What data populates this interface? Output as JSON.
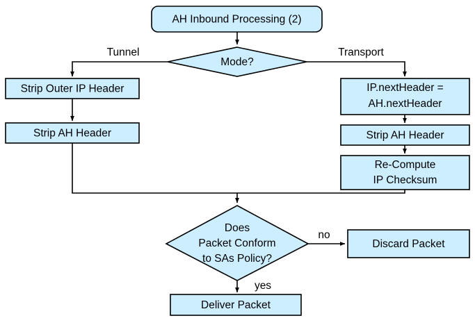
{
  "diagram": {
    "title": "AH Inbound Processing (2)",
    "colors": {
      "node_fill": "#cceeff",
      "node_stroke": "#000000",
      "text": "#000000",
      "background": "#ffffff"
    },
    "nodes": {
      "start": {
        "label": "AH Inbound Processing (2)",
        "shape": "rounded-rect"
      },
      "mode_decision": {
        "label": "Mode?",
        "shape": "diamond"
      },
      "strip_outer_ip_header": {
        "label": "Strip Outer IP Header",
        "shape": "rect"
      },
      "strip_ah_header_tunnel": {
        "label": "Strip AH Header",
        "shape": "rect"
      },
      "ip_nextheader": {
        "line1": "IP.nextHeader =",
        "line2": "AH.nextHeader",
        "shape": "rect"
      },
      "strip_ah_header_transport": {
        "label": "Strip AH Header",
        "shape": "rect"
      },
      "recompute_checksum": {
        "line1": "Re-Compute",
        "line2": "IP Checksum",
        "shape": "rect"
      },
      "conform_decision": {
        "line1": "Does",
        "line2": "Packet Conform",
        "line3": "to SAs Policy?",
        "shape": "diamond"
      },
      "discard_packet": {
        "label": "Discard Packet",
        "shape": "rect"
      },
      "deliver_packet": {
        "label": "Deliver Packet",
        "shape": "rect"
      }
    },
    "edge_labels": {
      "tunnel": "Tunnel",
      "transport": "Transport",
      "no": "no",
      "yes": "yes"
    }
  }
}
